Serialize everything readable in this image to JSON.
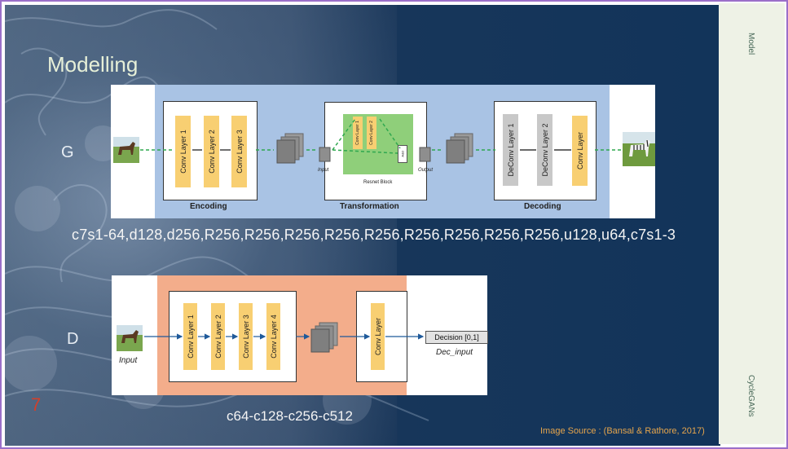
{
  "slide": {
    "title": "Modelling",
    "generator_label": "G",
    "discriminator_label": "D",
    "generator_spec": "c7s1-64,d128,d256,R256,R256,R256,R256,R256,R256,R256,R256,R256,u128,u64,c7s1-3",
    "discriminator_spec": "c64-c128-c256-c512",
    "slide_number": "7",
    "source": "Image Source : (Bansal & Rathore, 2017)"
  },
  "sidebar": {
    "section_top": "Model",
    "section_bottom": "CycleGANs"
  },
  "generator": {
    "encoding": {
      "caption": "Encoding",
      "layers": [
        "Conv Layer 1",
        "Conv Layer 2",
        "Conv Layer 3"
      ]
    },
    "transformation": {
      "caption": "Transformation",
      "resnet_caption": "Resnet Block",
      "resnet_layers": [
        "Conv Layer 1",
        "Conv Layer 2"
      ],
      "add_label": "Add",
      "input_label": "Input",
      "output_label": "Output"
    },
    "decoding": {
      "caption": "Decoding",
      "layers": [
        "DeConv Layer 1",
        "DeConv Layer 2",
        "Conv Layer"
      ]
    }
  },
  "discriminator": {
    "input_label": "Input",
    "layers": [
      "Conv Layer 1",
      "Conv Layer 2",
      "Conv Layer 3",
      "Conv Layer 4"
    ],
    "final_layer": "Conv Layer",
    "decision_label": "Decision [0,1]",
    "output_label": "Dec_input"
  },
  "colors": {
    "conv_layer": "#f8cf72",
    "deconv_layer": "#c8c8c8",
    "generator_band": "#a9c3e4",
    "discriminator_band": "#f3ad8b",
    "resnet_bg": "#8fcf7a",
    "accent_orange": "#e6a54c",
    "slide_number": "#d2402a"
  },
  "icons": [
    "horse-image-icon",
    "zebra-image-icon",
    "feature-map-icon"
  ]
}
